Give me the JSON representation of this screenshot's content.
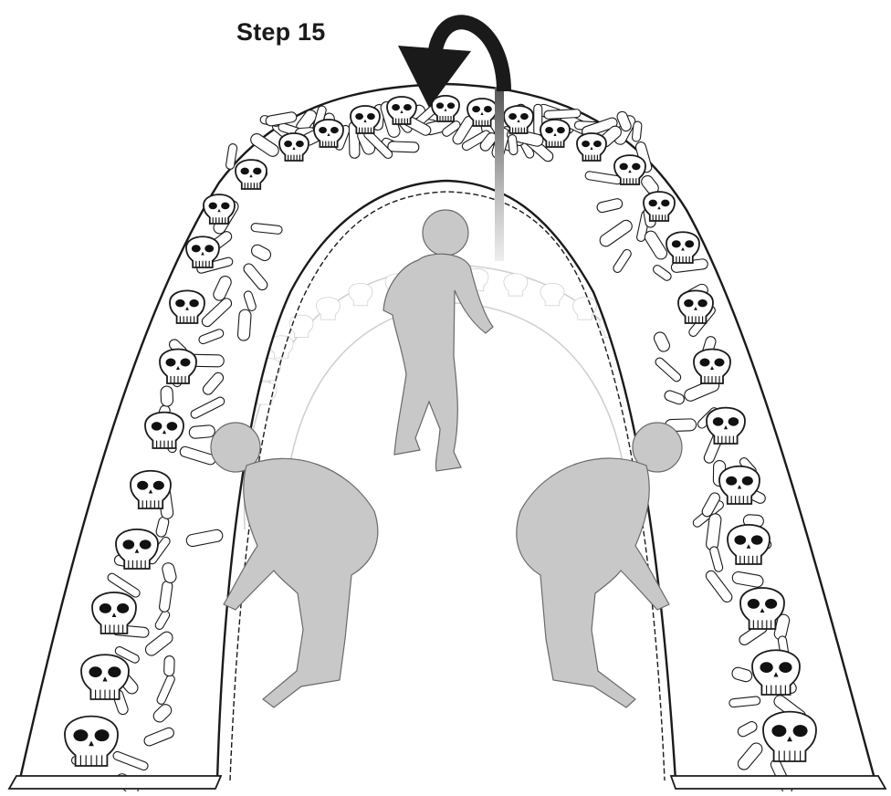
{
  "step": {
    "label": "Step 15"
  },
  "illustration": {
    "subject": "skull-arch",
    "icons": [
      "rotate-arrow-icon",
      "skull-icon",
      "person-figure"
    ],
    "colors": {
      "outline": "#1a1a1a",
      "figure_fill": "#c8c8c8",
      "ghost_outline": "#d0d0d0",
      "skull_eye": "#111111",
      "background": "#ffffff"
    }
  }
}
